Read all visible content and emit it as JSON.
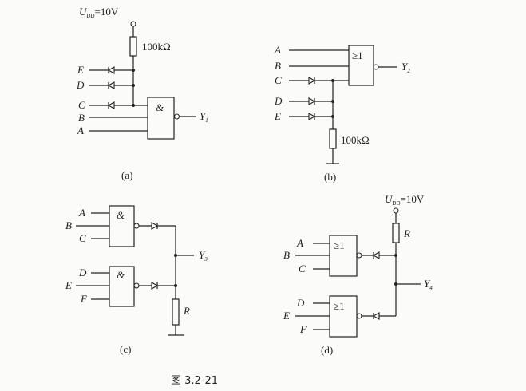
{
  "figure_caption": "图 3.2-21",
  "supply": {
    "symbol": "U",
    "subscript": "DD",
    "value": "=10V"
  },
  "circuit_a": {
    "label": "(a)",
    "resistor": "100kΩ",
    "gate": "&",
    "inputs": [
      "E",
      "D",
      "C",
      "B",
      "A"
    ],
    "output": "Y",
    "output_sub": "1"
  },
  "circuit_b": {
    "label": "(b)",
    "resistor": "100kΩ",
    "gate": "≥1",
    "inputs": [
      "A",
      "B",
      "C",
      "D",
      "E"
    ],
    "output": "Y",
    "output_sub": "2"
  },
  "circuit_c": {
    "label": "(c)",
    "resistor": "R",
    "gate": "&",
    "inputs": [
      "A",
      "B",
      "C",
      "D",
      "E",
      "F"
    ],
    "output": "Y",
    "output_sub": "3"
  },
  "circuit_d": {
    "label": "(d)",
    "resistor": "R",
    "gate": "≥1",
    "inputs": [
      "A",
      "B",
      "C",
      "D",
      "E",
      "F"
    ],
    "output": "Y",
    "output_sub": "4"
  }
}
